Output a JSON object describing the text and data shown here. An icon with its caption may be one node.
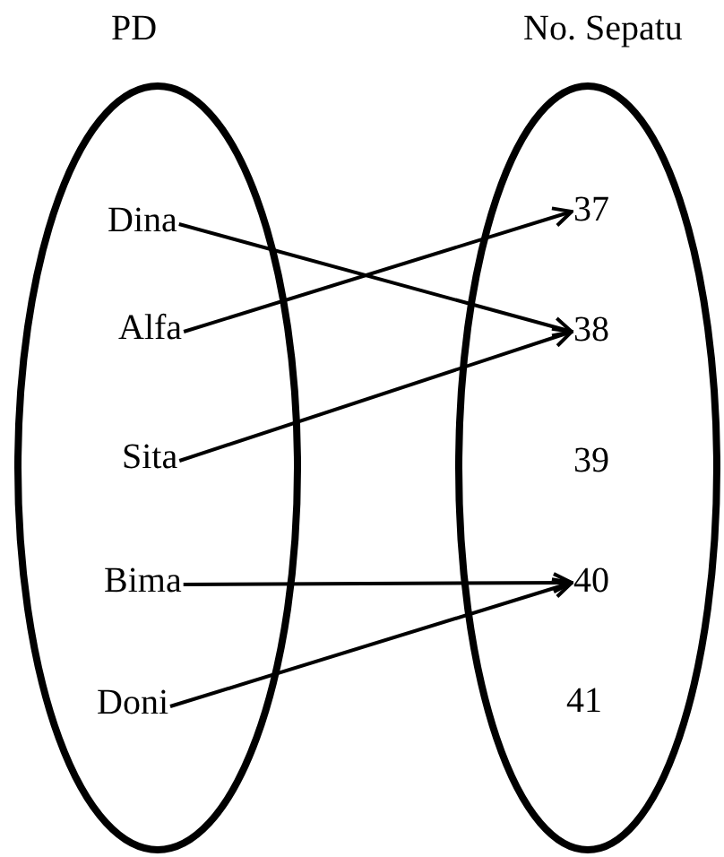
{
  "diagram": {
    "nodes": [
      {
        "text": [
          "PD"
        ]
      },
      {
        "text": [
          "Dina"
        ],
        "in": 0
      },
      {
        "text": [
          "Alfa"
        ],
        "in": 0
      },
      {
        "text": [
          "Sita"
        ],
        "in": 0
      },
      {
        "text": [
          "Bima"
        ],
        "in": 0
      },
      {
        "text": [
          "Doni"
        ],
        "in": 0
      },
      {
        "text": [
          "No. Sepatu"
        ]
      },
      {
        "text": [
          "37"
        ],
        "in": 6
      },
      {
        "text": [
          "38"
        ],
        "in": 6
      },
      {
        "text": [
          "39"
        ],
        "in": 6
      },
      {
        "text": [
          "40"
        ],
        "in": 6
      },
      {
        "text": [
          "41"
        ],
        "in": 6
      }
    ],
    "edges": [
      {
        "from": 1,
        "to": 8,
        "arrow": "to"
      },
      {
        "from": 2,
        "to": 7,
        "arrow": "to"
      },
      {
        "from": 3,
        "to": 8,
        "arrow": "to"
      },
      {
        "from": 4,
        "to": 10,
        "arrow": "to"
      },
      {
        "from": 5,
        "to": 10,
        "arrow": "to"
      }
    ]
  }
}
